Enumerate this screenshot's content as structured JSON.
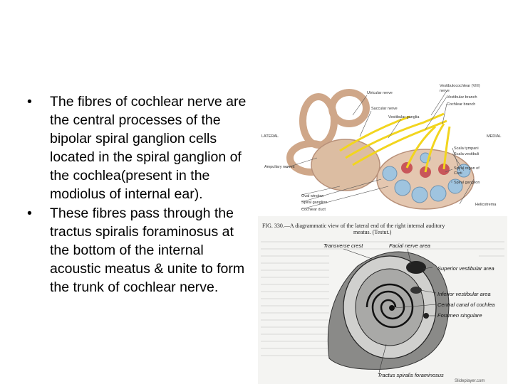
{
  "bullets": [
    {
      "text": "The fibres of cochlear nerve are the central processes of the bipolar spiral ganglion cells located in the spiral ganglion of the cochlea(present in the modiolus of internal ear)."
    },
    {
      "text": "These fibres pass through the tractus  spiralis foraminosus at the bottom of the internal acoustic meatus & unite to form the trunk of cochlear nerve."
    }
  ],
  "bullet_glyph": "•",
  "figure_top": {
    "labels": {
      "utricular_nerve": "Utricular nerve",
      "saccular_nerve": "Saccular nerve",
      "vestibular_ganglia": "Vestibular ganglia",
      "lateral": "LATERAL",
      "ampullary_nerves": "Ampullary nerves",
      "oval_window": "Oval window",
      "spiral_ganglion_left": "Spiral ganglion",
      "cochlear_duct": "Cochlear duct",
      "vestibulocochlear_1": "Vestibulocochlear (VIII)",
      "vestibulocochlear_2": "nerve",
      "vestibular_branch": "Vestibular branch",
      "cochlear_branch": "Cochlear branch",
      "medial": "MEDIAL",
      "scala_tympani": "Scala tympani",
      "scala_vestibuli": "Scala vestibuli",
      "spiral_organ_1": "Spiral organ of",
      "spiral_organ_2": "Corti",
      "spiral_ganglion_right": "Spiral ganglion",
      "helicotrema": "Helicotrema"
    }
  },
  "figure_bottom": {
    "caption_1": "FIG. 330.—A diagrammatic view of the lateral end of the right internal auditory",
    "caption_2": "meatus.  (Testut.)",
    "labels": {
      "transverse_crest": "Transverse crest",
      "facial_nerve_area": "Facial nerve area",
      "superior_vestibular_area": "Superior vestibular area",
      "inferior_vestibular_area": "Inferior vestibular area",
      "central_canal": "Central canal of cochlea",
      "foramen_singulare": "Foramen singulare",
      "tractus": "Tractus spiralis foraminosus",
      "watermark": "Slideplayer.com"
    }
  },
  "colors": {
    "nerve": "#f2d51e",
    "bone": "#d9b79a",
    "cochlea_blue": "#9fc4df",
    "cochlea_red": "#c8565a"
  }
}
